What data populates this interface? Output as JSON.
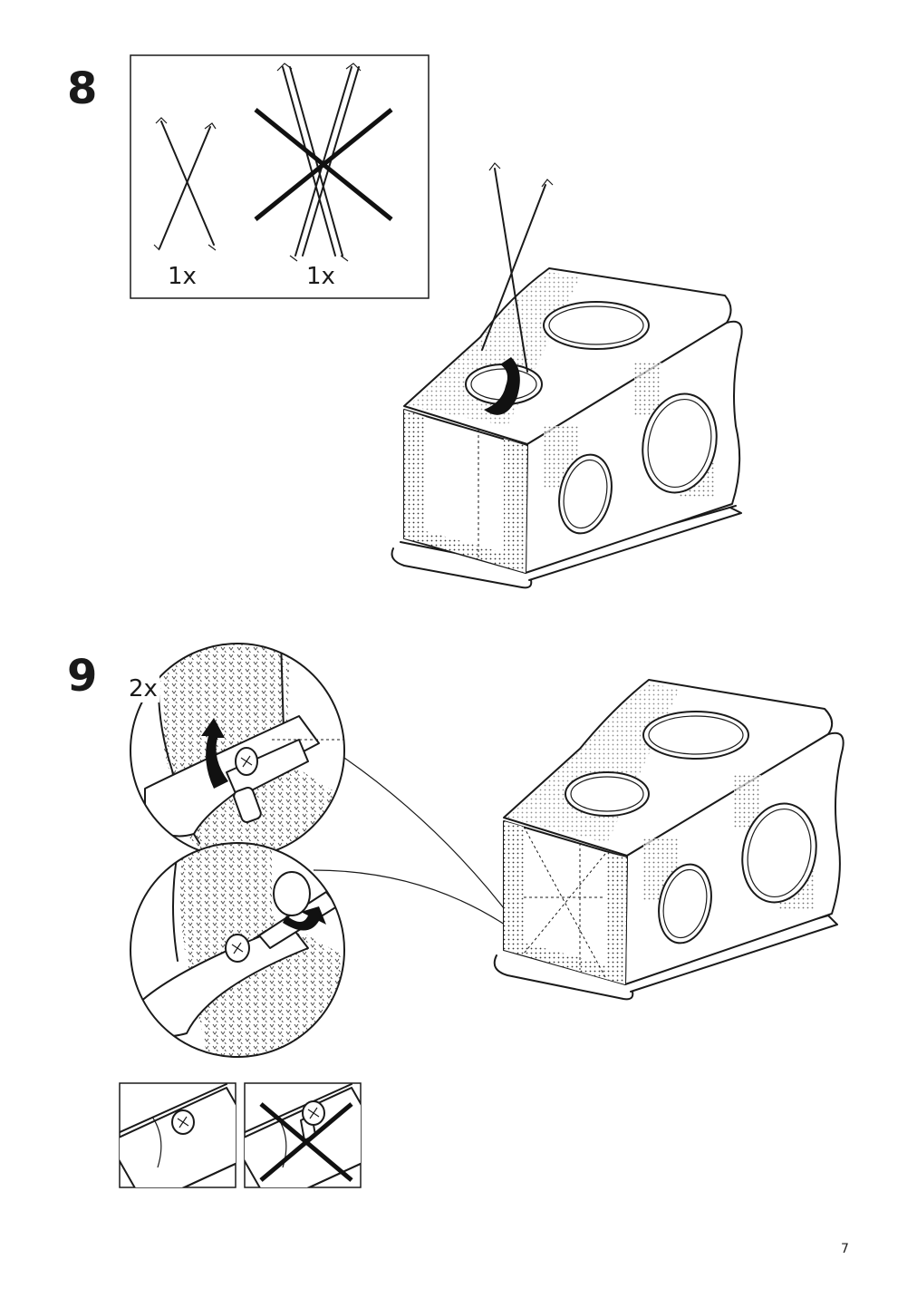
{
  "steps": {
    "step8": {
      "number": "8",
      "qty_single_x": "1x",
      "qty_double_x": "1x"
    },
    "step9": {
      "number": "9",
      "qty": "2x"
    }
  },
  "page": {
    "number": "7"
  },
  "icons": {
    "rod_x_single": "crossed-rod-pair-icon",
    "rod_x_wrong": "doubled-rod-pair-crossed-out-icon",
    "insert_arrow": "curved-arrow-icon",
    "screw": "cam-lock-screw-icon",
    "screwdriver": "screwdriver-icon",
    "correct_example": "screw-head-flush-icon",
    "wrong_example": "screw-head-protruding-crossed-out-icon"
  }
}
